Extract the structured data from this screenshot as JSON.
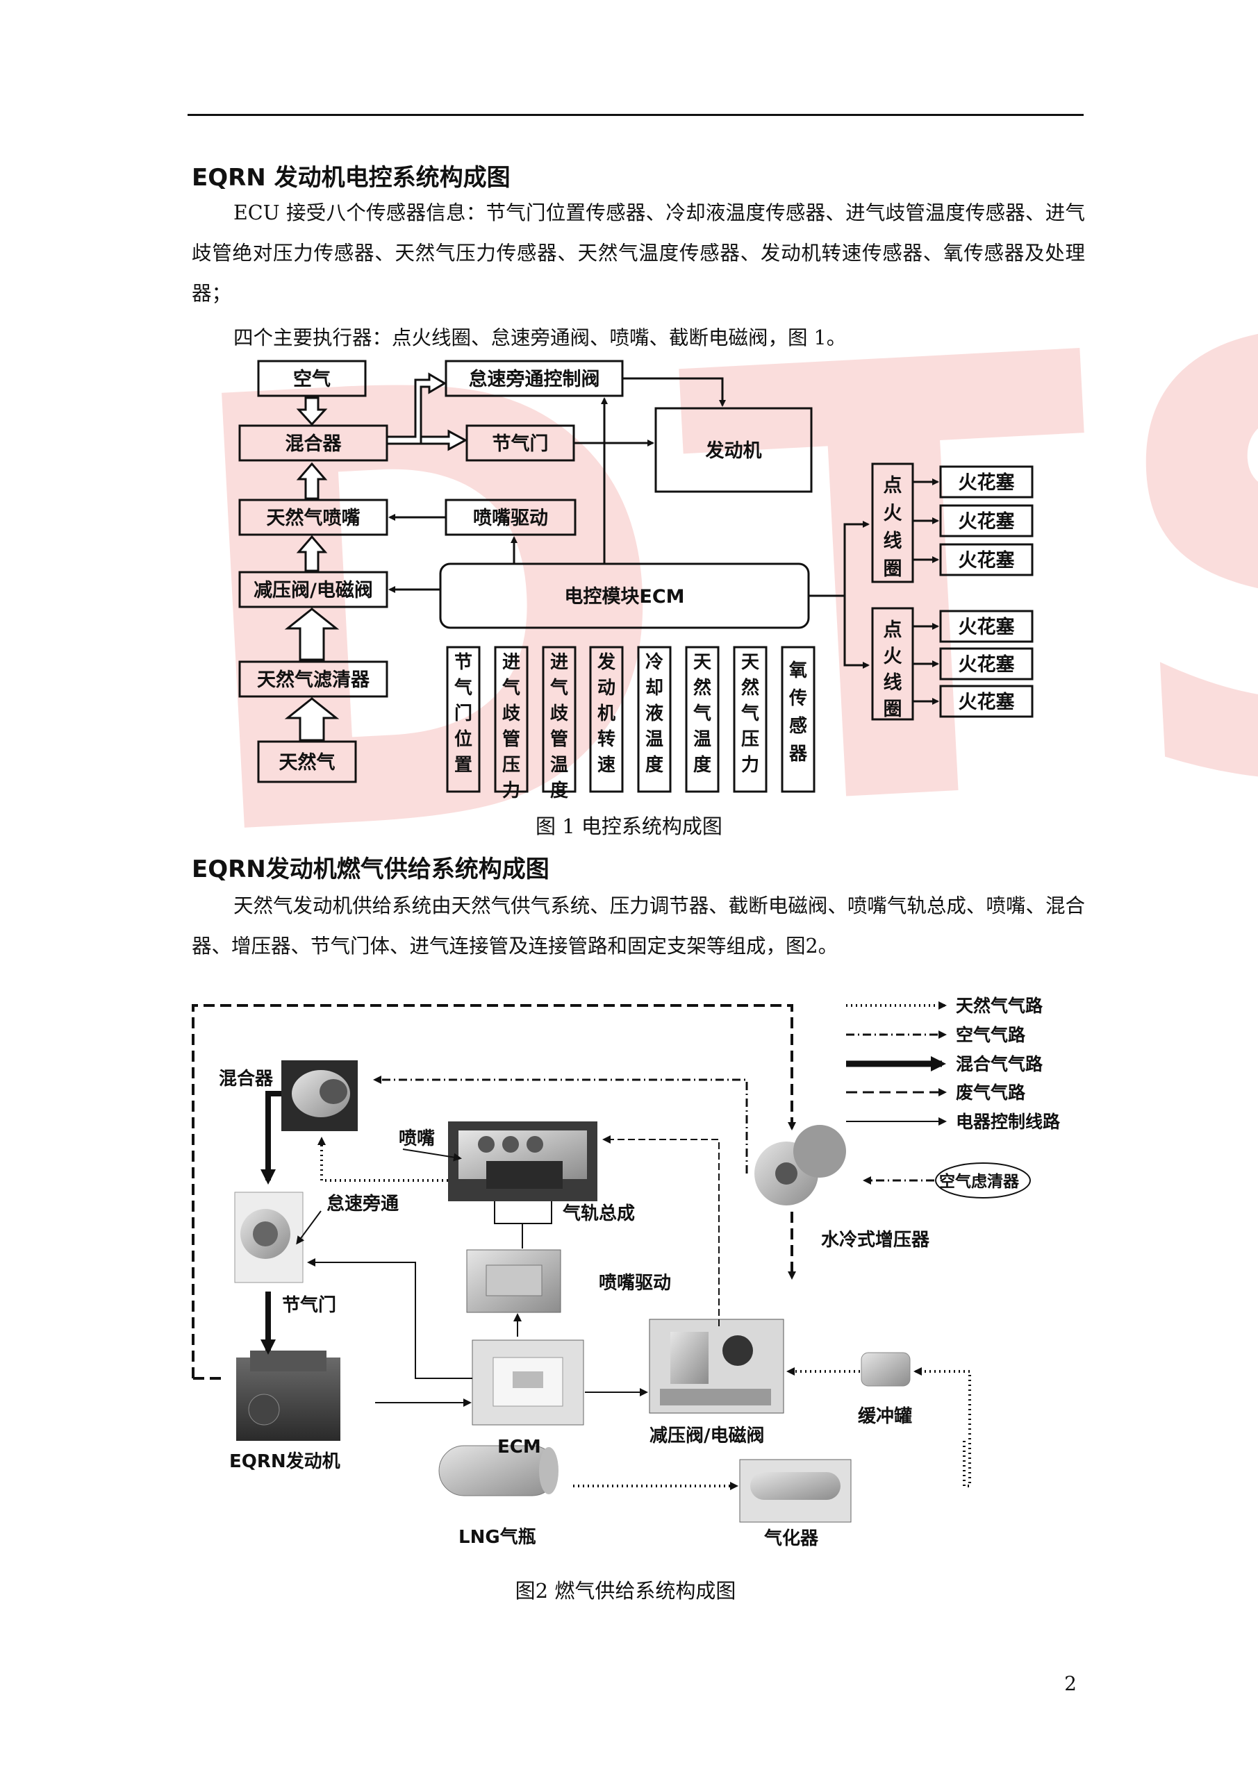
{
  "watermark": "DTS",
  "section1": {
    "title": "EQRN 发动机电控系统构成图",
    "para1": "ECU 接受八个传感器信息：节气门位置传感器、冷却液温度传感器、进气歧管温度传感器、进气歧管绝对压力传感器、天然气压力传感器、天然气温度传感器、发动机转速传感器、氧传感器及处理器；",
    "para2": "四个主要执行器：点火线圈、怠速旁通阀、喷嘴、截断电磁阀，图 1。"
  },
  "figure1": {
    "boxes": {
      "air": "空气",
      "mixer": "混合器",
      "ng_injector": "天然气喷嘴",
      "reducer": "减压阀/电磁阀",
      "ng_filter": "天然气滤清器",
      "ng": "天然气",
      "idle_valve": "怠速旁通控制阀",
      "throttle": "节气门",
      "engine": "发动机",
      "injector_driver": "喷嘴驱动",
      "ecm": "电控模块ECM"
    },
    "coil_label": "点火线圈",
    "spark_plug": "火花塞",
    "sensors": [
      "节气门位置",
      "进气歧管压力",
      "进气歧管温度",
      "发动机转速",
      "冷却液温度",
      "天然气温度",
      "天然气压力",
      "氧传感器"
    ],
    "caption": "图 1  电控系统构成图"
  },
  "section2": {
    "title": "EQRN发动机燃气供给系统构成图",
    "para": "天然气发动机供给系统由天然气供气系统、压力调节器、截断电磁阀、喷嘴气轨总成、喷嘴、混合器、增压器、节气门体、进气连接管及连接管路和固定支架等组成，图2。"
  },
  "figure2": {
    "legend": [
      "天然气气路",
      "空气气路",
      "混合气气路",
      "废气气路",
      "电器控制线路"
    ],
    "labels": {
      "mixer": "混合器",
      "nozzle": "喷嘴",
      "idle_bypass": "怠速旁通",
      "rail": "气轨总成",
      "throttle": "节气门",
      "injector_driver": "喷嘴驱动",
      "turbo": "水冷式增压器",
      "air_filter": "空气虑清器",
      "engine": "EQRN发动机",
      "ecm": "ECM",
      "reducer": "减压阀/电磁阀",
      "buffer": "缓冲罐",
      "lng": "LNG气瓶",
      "vaporizer": "气化器"
    },
    "caption": "图2  燃气供给系统构成图"
  },
  "page_number": "2"
}
